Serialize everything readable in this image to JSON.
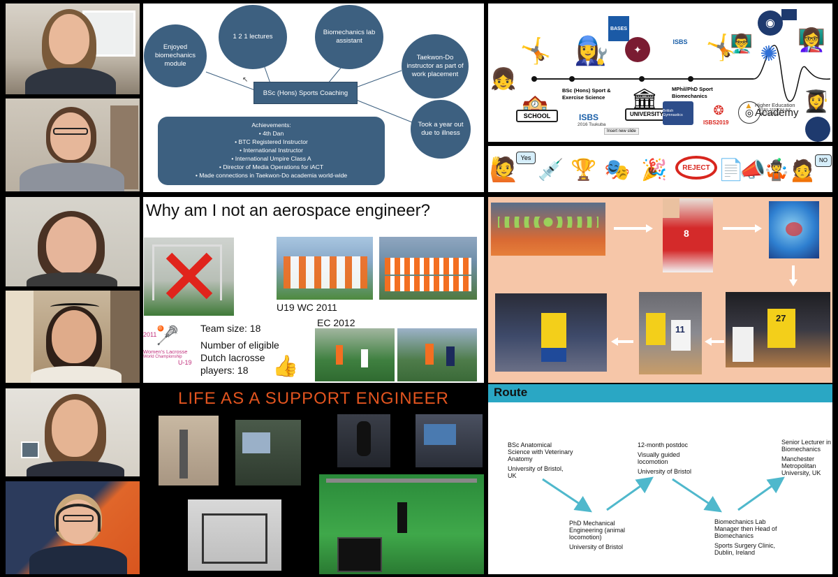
{
  "colors": {
    "background": "#000000",
    "slide_blue": "#3d6080",
    "salmon": "#f6c6a8",
    "teal": "#2aa7c4",
    "arrow_teal": "#4fb8cc",
    "support_orange": "#e2541f"
  },
  "participants": [
    {
      "id": "p1"
    },
    {
      "id": "p2"
    },
    {
      "id": "p3"
    },
    {
      "id": "p4"
    },
    {
      "id": "p5"
    },
    {
      "id": "p6"
    }
  ],
  "slide1": {
    "bubbles": [
      "Enjoyed biomechanics module",
      "1 2 1 lectures",
      "Biomechanics lab assistant",
      "Taekwon-Do instructor as part of work placement",
      "Took a year out due to illness"
    ],
    "center": "BSc (Hons) Sports Coaching",
    "achievements_title": "Achievements:",
    "achievements": [
      "4th Dan",
      "BTC Registered Instructor",
      "International Instructor",
      "International Umpire Class A",
      "Director of Media Operations for iACT",
      "Made connections in Taekwon-Do academia world-wide"
    ]
  },
  "slide2": {
    "school": "SCHOOL",
    "university": "UNIVERSITY",
    "bsc": "BSc (Hons) Sport & Exercise Science",
    "mphil": "MPhil/PhD Sport Biomechanics",
    "bases": "BASES",
    "isbs": "ISBS",
    "isbs2016": "2016 Tsukuba",
    "isbs2019": "ISBS2019",
    "insert_tip": "Insert new slide",
    "hea1": "Higher Education",
    "hea2": "Academy",
    "isbs2020": "ISBS 2020 ONLINE ACTIVITIES",
    "british": "British Gymnastics",
    "bottom_yes": "Yes",
    "bottom_reject": "REJECT",
    "bottom_no": "NO"
  },
  "slide3": {
    "title": "Why am I not an aerospace engineer?",
    "u19": "U19 WC 2011",
    "ec": "EC 2012",
    "team_size": "Team size: 18",
    "eligible1": "Number of eligible",
    "eligible2": "Dutch lacrosse",
    "eligible3": "players: 18",
    "logo_text1": "Women's Lacrosse",
    "logo_text2": "World Championship",
    "logo_year": "2011",
    "logo_u19": "U-19"
  },
  "slide4": {
    "jersey1": "8",
    "jersey2": "11",
    "jersey3": "27"
  },
  "slide5": {
    "title": "LIFE AS A SUPPORT ENGINEER"
  },
  "slide6": {
    "title": "Route",
    "node1": [
      "BSc Anatomical",
      "Science with Veterinary",
      "Anatomy",
      "University of Bristol,",
      "UK"
    ],
    "node2": [
      "PhD Mechanical",
      "Engineering (animal",
      "locomotion)",
      "University of Bristol"
    ],
    "node3": [
      "12-month postdoc",
      "Visually guided",
      "locomotion",
      "University of Bristol"
    ],
    "node4": [
      "Biomechanics Lab",
      "Manager then Head of",
      "Biomechanics",
      "Sports Surgery Clinic,",
      "Dublin, Ireland"
    ],
    "node5": [
      "Senior Lecturer in",
      "Biomechanics",
      "Manchester",
      "Metropolitan",
      "University, UK"
    ]
  }
}
